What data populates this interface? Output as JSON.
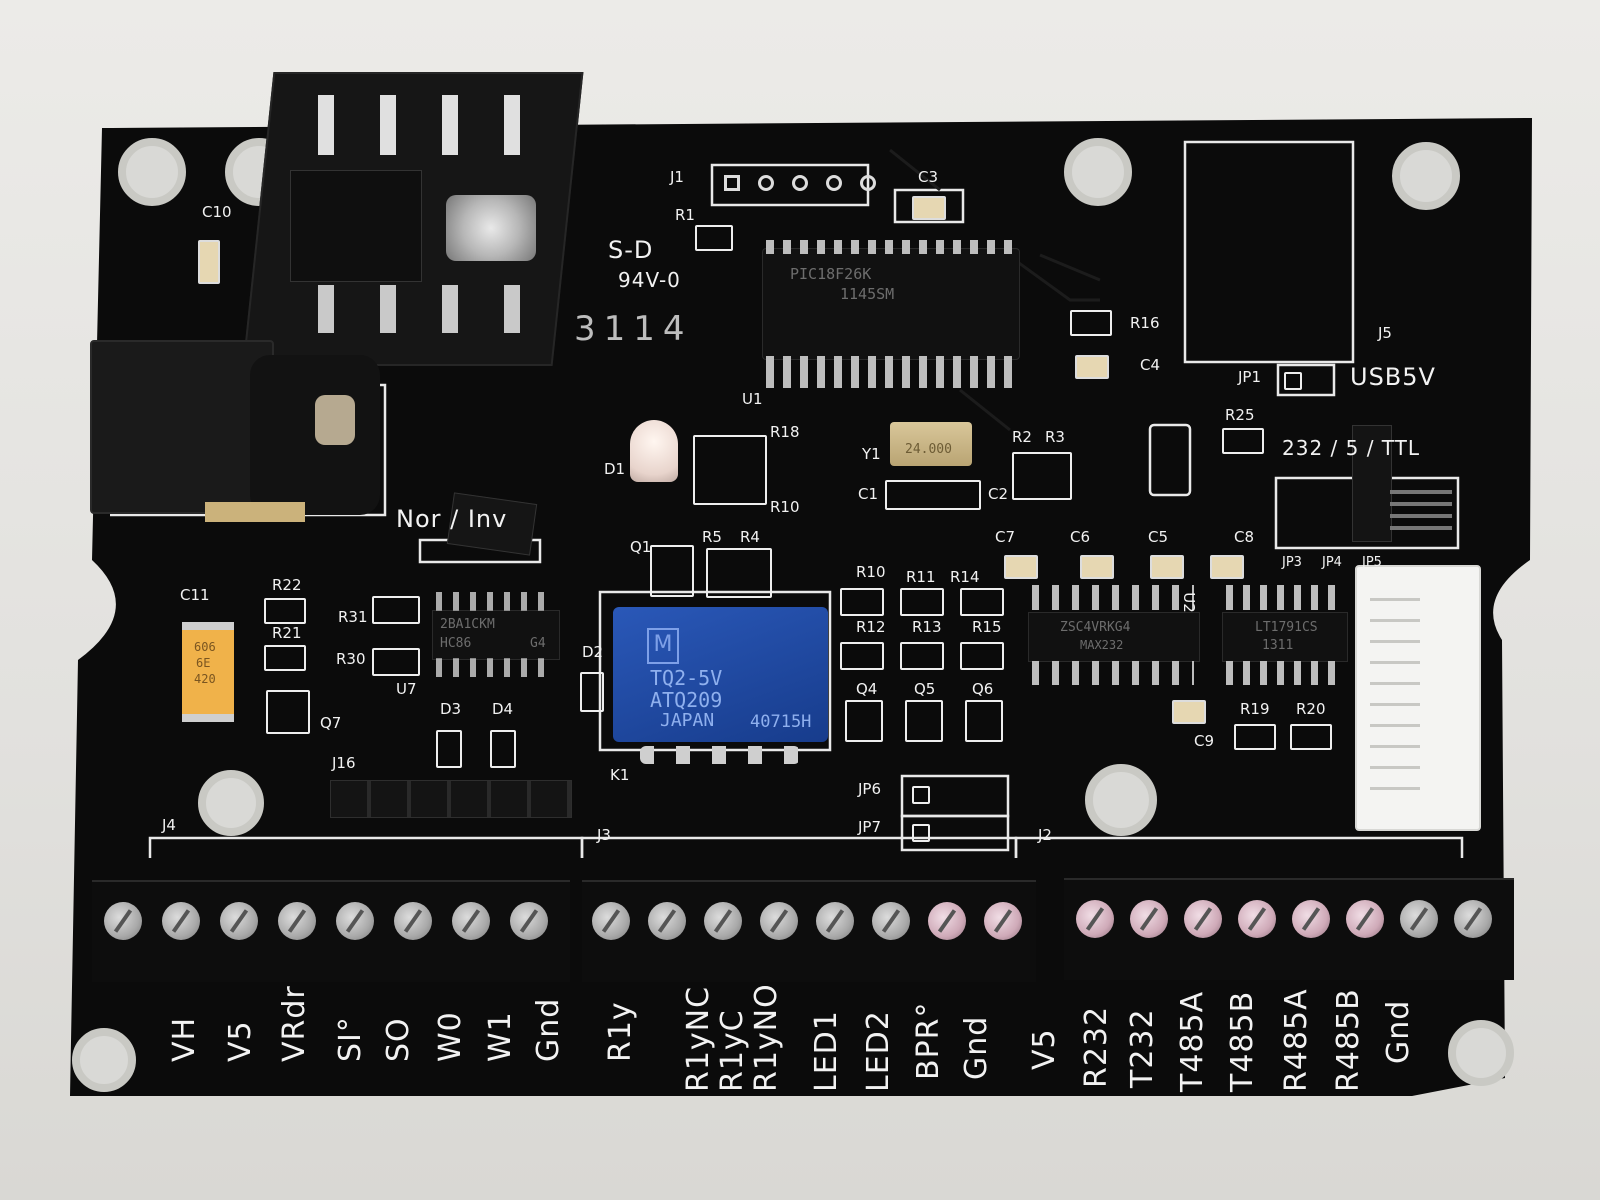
{
  "board": {
    "labels": {
      "J1": "J1",
      "C3": "C3",
      "R1": "R1",
      "C10": "C10",
      "SD": "S-D",
      "UL": "94V-0",
      "date": "3114",
      "R16": "R16",
      "C4": "C4",
      "J5": "J5",
      "JP1": "JP1",
      "USB5V": "USB5V",
      "U1": "U1",
      "R18": "R18",
      "D1": "D1",
      "Y1": "Y1",
      "R2": "R2",
      "R3": "R3",
      "R25": "R25",
      "mode": "232 / 5 / TTL",
      "C1": "C1",
      "C2": "C2",
      "R10top": "R10",
      "NoInv": "Nor / Inv",
      "C7": "C7",
      "C6": "C6",
      "C5": "C5",
      "C8": "C8",
      "JP3": "JP3",
      "JP4": "JP4",
      "JP5": "JP5",
      "Q1": "Q1",
      "R5": "R5",
      "R4": "R4",
      "R10": "R10",
      "R11": "R11",
      "R14": "R14",
      "U2": "U2",
      "C11": "C11",
      "R22": "R22",
      "R31": "R31",
      "R21": "R21",
      "R30": "R30",
      "U7": "U7",
      "Q7": "Q7",
      "D2": "D2",
      "D3": "D3",
      "D4": "D4",
      "R12": "R12",
      "R13": "R13",
      "R15": "R15",
      "Q4": "Q4",
      "Q5": "Q5",
      "Q6": "Q6",
      "C9": "C9",
      "R19": "R19",
      "R20": "R20",
      "J16": "J16",
      "K1": "K1",
      "JP6": "JP6",
      "JP7": "JP7",
      "J4": "J4",
      "J3": "J3",
      "J2": "J2"
    },
    "chips": {
      "u1_line1": "PIC18F26K",
      "u1_line2": "1145SM",
      "u7_line1": "2BA1CKM",
      "u7_line2": "HC86",
      "u7_line3": "G4",
      "u2a_line1": "ZSC4VRKG4",
      "u2a_line2": "MAX232",
      "u2b_line1": "LT1791CS",
      "u2b_line2": "1311",
      "relay_line1": "TQ2-5V",
      "relay_line2": "ATQ209",
      "relay_line3": "JAPAN",
      "relay_line4": "40715H",
      "cap_line1": "606",
      "cap_line2": "6E",
      "cap_line3": "420",
      "crystal": "24.000"
    },
    "terminals": {
      "j4": [
        "VH",
        "V5",
        "VRdr",
        "SI°",
        "SO",
        "W0",
        "W1",
        "Gnd"
      ],
      "j3": [
        "R1y",
        "R1yNC",
        "R1yC",
        "R1yNO",
        "LED1",
        "LED2",
        "BPR°",
        "Gnd"
      ],
      "j2": [
        "V5",
        "R232",
        "T232",
        "T485A",
        "T485B",
        "R485A",
        "R485B",
        "Gnd"
      ]
    }
  }
}
